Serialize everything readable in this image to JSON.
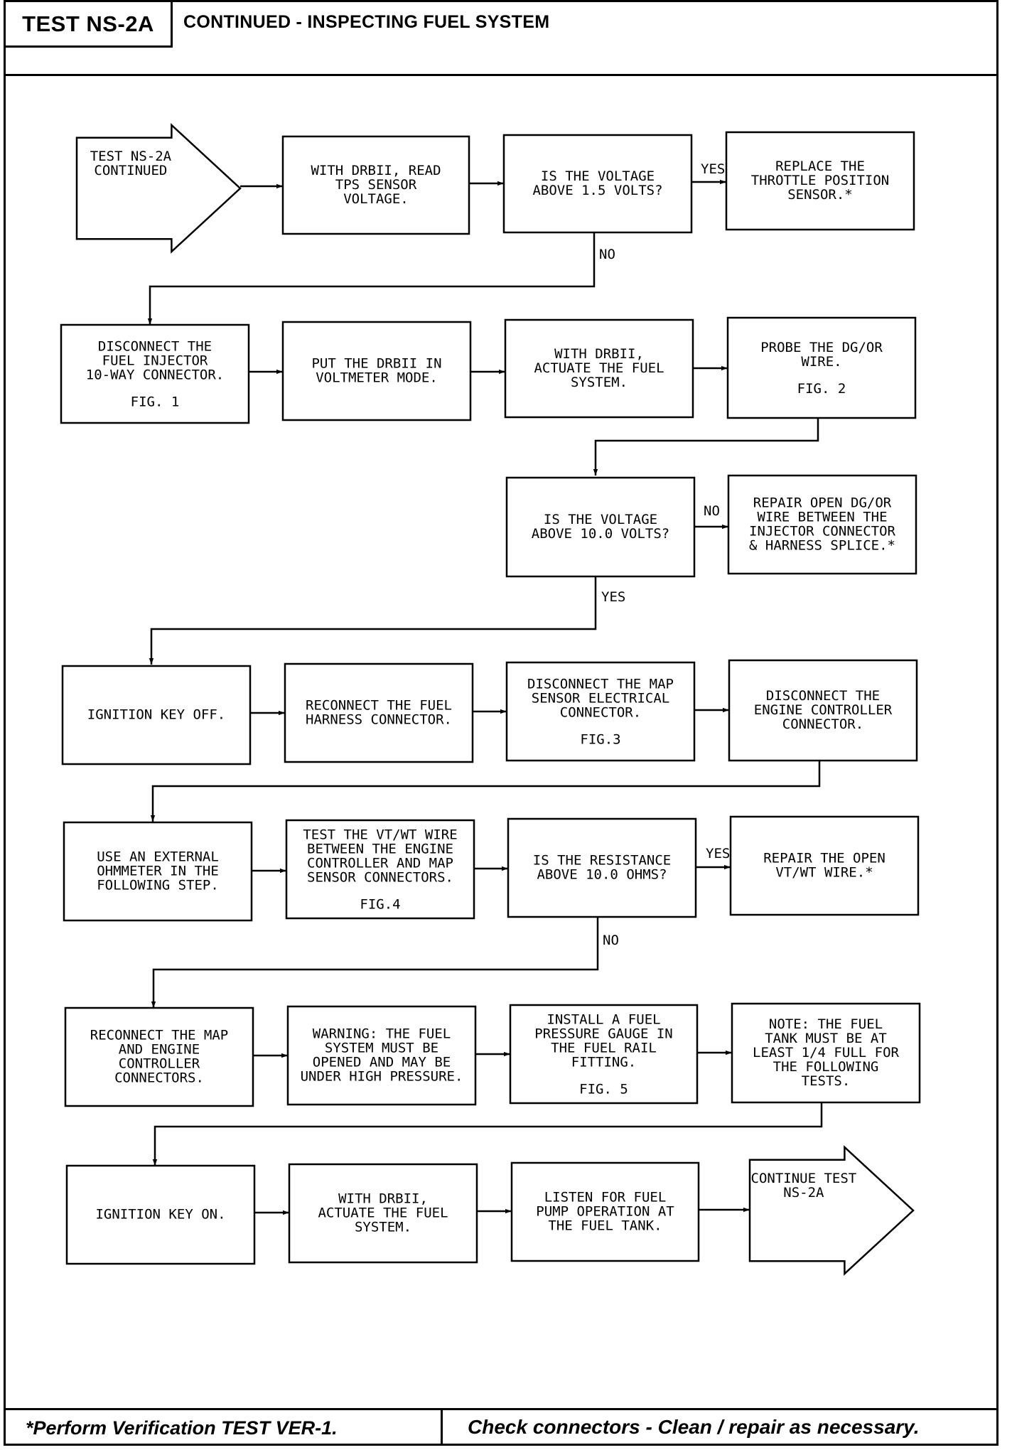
{
  "header": {
    "test_id": "TEST NS-2A",
    "title": "CONTINUED - INSPECTING FUEL SYSTEM"
  },
  "footer": {
    "left": "*Perform Verification TEST VER-1.",
    "right": "Check connectors - Clean / repair as necessary."
  },
  "nodes": {
    "start": {
      "lines": [
        "TEST NS-2A",
        "CONTINUED"
      ]
    },
    "r1c2": {
      "lines": [
        "WITH DRBII, READ",
        "TPS SENSOR",
        "VOLTAGE."
      ]
    },
    "r1c3": {
      "lines": [
        "IS THE VOLTAGE",
        "ABOVE 1.5 VOLTS?"
      ]
    },
    "r1c4": {
      "lines": [
        "REPLACE THE",
        "THROTTLE POSITION",
        "SENSOR.*"
      ]
    },
    "r2c1": {
      "lines": [
        "DISCONNECT THE",
        "FUEL INJECTOR",
        "10-WAY CONNECTOR."
      ],
      "fig": "FIG. 1"
    },
    "r2c2": {
      "lines": [
        "PUT THE DRBII IN",
        "VOLTMETER MODE."
      ]
    },
    "r2c3": {
      "lines": [
        "WITH DRBII,",
        "ACTUATE THE FUEL",
        "SYSTEM."
      ]
    },
    "r2c4": {
      "lines": [
        "PROBE THE DG/OR",
        "WIRE."
      ],
      "fig": "FIG. 2"
    },
    "r3c3": {
      "lines": [
        "IS THE VOLTAGE",
        "ABOVE 10.0 VOLTS?"
      ]
    },
    "r3c4": {
      "lines": [
        "REPAIR OPEN DG/OR",
        "WIRE BETWEEN THE",
        "INJECTOR CONNECTOR",
        "& HARNESS SPLICE.*"
      ]
    },
    "r4c1": {
      "lines": [
        "IGNITION KEY OFF."
      ]
    },
    "r4c2": {
      "lines": [
        "RECONNECT THE FUEL",
        "HARNESS CONNECTOR."
      ]
    },
    "r4c3": {
      "lines": [
        "DISCONNECT THE MAP",
        "SENSOR ELECTRICAL",
        "CONNECTOR."
      ],
      "fig": "FIG.3"
    },
    "r4c4": {
      "lines": [
        "DISCONNECT THE",
        "ENGINE CONTROLLER",
        "CONNECTOR."
      ]
    },
    "r5c1": {
      "lines": [
        "USE AN EXTERNAL",
        "OHMMETER IN THE",
        "FOLLOWING STEP."
      ]
    },
    "r5c2": {
      "lines": [
        "TEST THE VT/WT WIRE",
        "BETWEEN THE ENGINE",
        "CONTROLLER AND MAP",
        "SENSOR CONNECTORS."
      ],
      "fig": "FIG.4"
    },
    "r5c3": {
      "lines": [
        "IS THE RESISTANCE",
        "ABOVE 10.0 OHMS?"
      ]
    },
    "r5c4": {
      "lines": [
        "REPAIR THE OPEN",
        "VT/WT WIRE.*"
      ]
    },
    "r6c1": {
      "lines": [
        "RECONNECT THE MAP",
        "AND ENGINE",
        "CONTROLLER",
        "CONNECTORS."
      ]
    },
    "r6c2": {
      "lines": [
        "WARNING: THE FUEL",
        "SYSTEM MUST BE",
        "OPENED AND MAY BE",
        "UNDER HIGH PRESSURE."
      ]
    },
    "r6c3": {
      "lines": [
        "INSTALL A FUEL",
        "PRESSURE GAUGE IN",
        "THE FUEL RAIL",
        "FITTING."
      ],
      "fig": "FIG. 5"
    },
    "r6c4": {
      "lines": [
        "NOTE: THE FUEL",
        "TANK MUST BE AT",
        "LEAST 1/4 FULL FOR",
        "THE FOLLOWING",
        "TESTS."
      ]
    },
    "r7c1": {
      "lines": [
        "IGNITION KEY ON."
      ]
    },
    "r7c2": {
      "lines": [
        "WITH DRBII,",
        "ACTUATE THE FUEL",
        "SYSTEM."
      ]
    },
    "r7c3": {
      "lines": [
        "LISTEN FOR FUEL",
        "PUMP OPERATION AT",
        "THE FUEL TANK."
      ]
    },
    "end": {
      "lines": [
        "CONTINUE TEST",
        "NS-2A"
      ]
    }
  },
  "edge_labels": {
    "r1_yes": "YES",
    "r1_no": "NO",
    "r3_no": "NO",
    "r3_yes": "YES",
    "r5_yes": "YES",
    "r5_no": "NO"
  }
}
